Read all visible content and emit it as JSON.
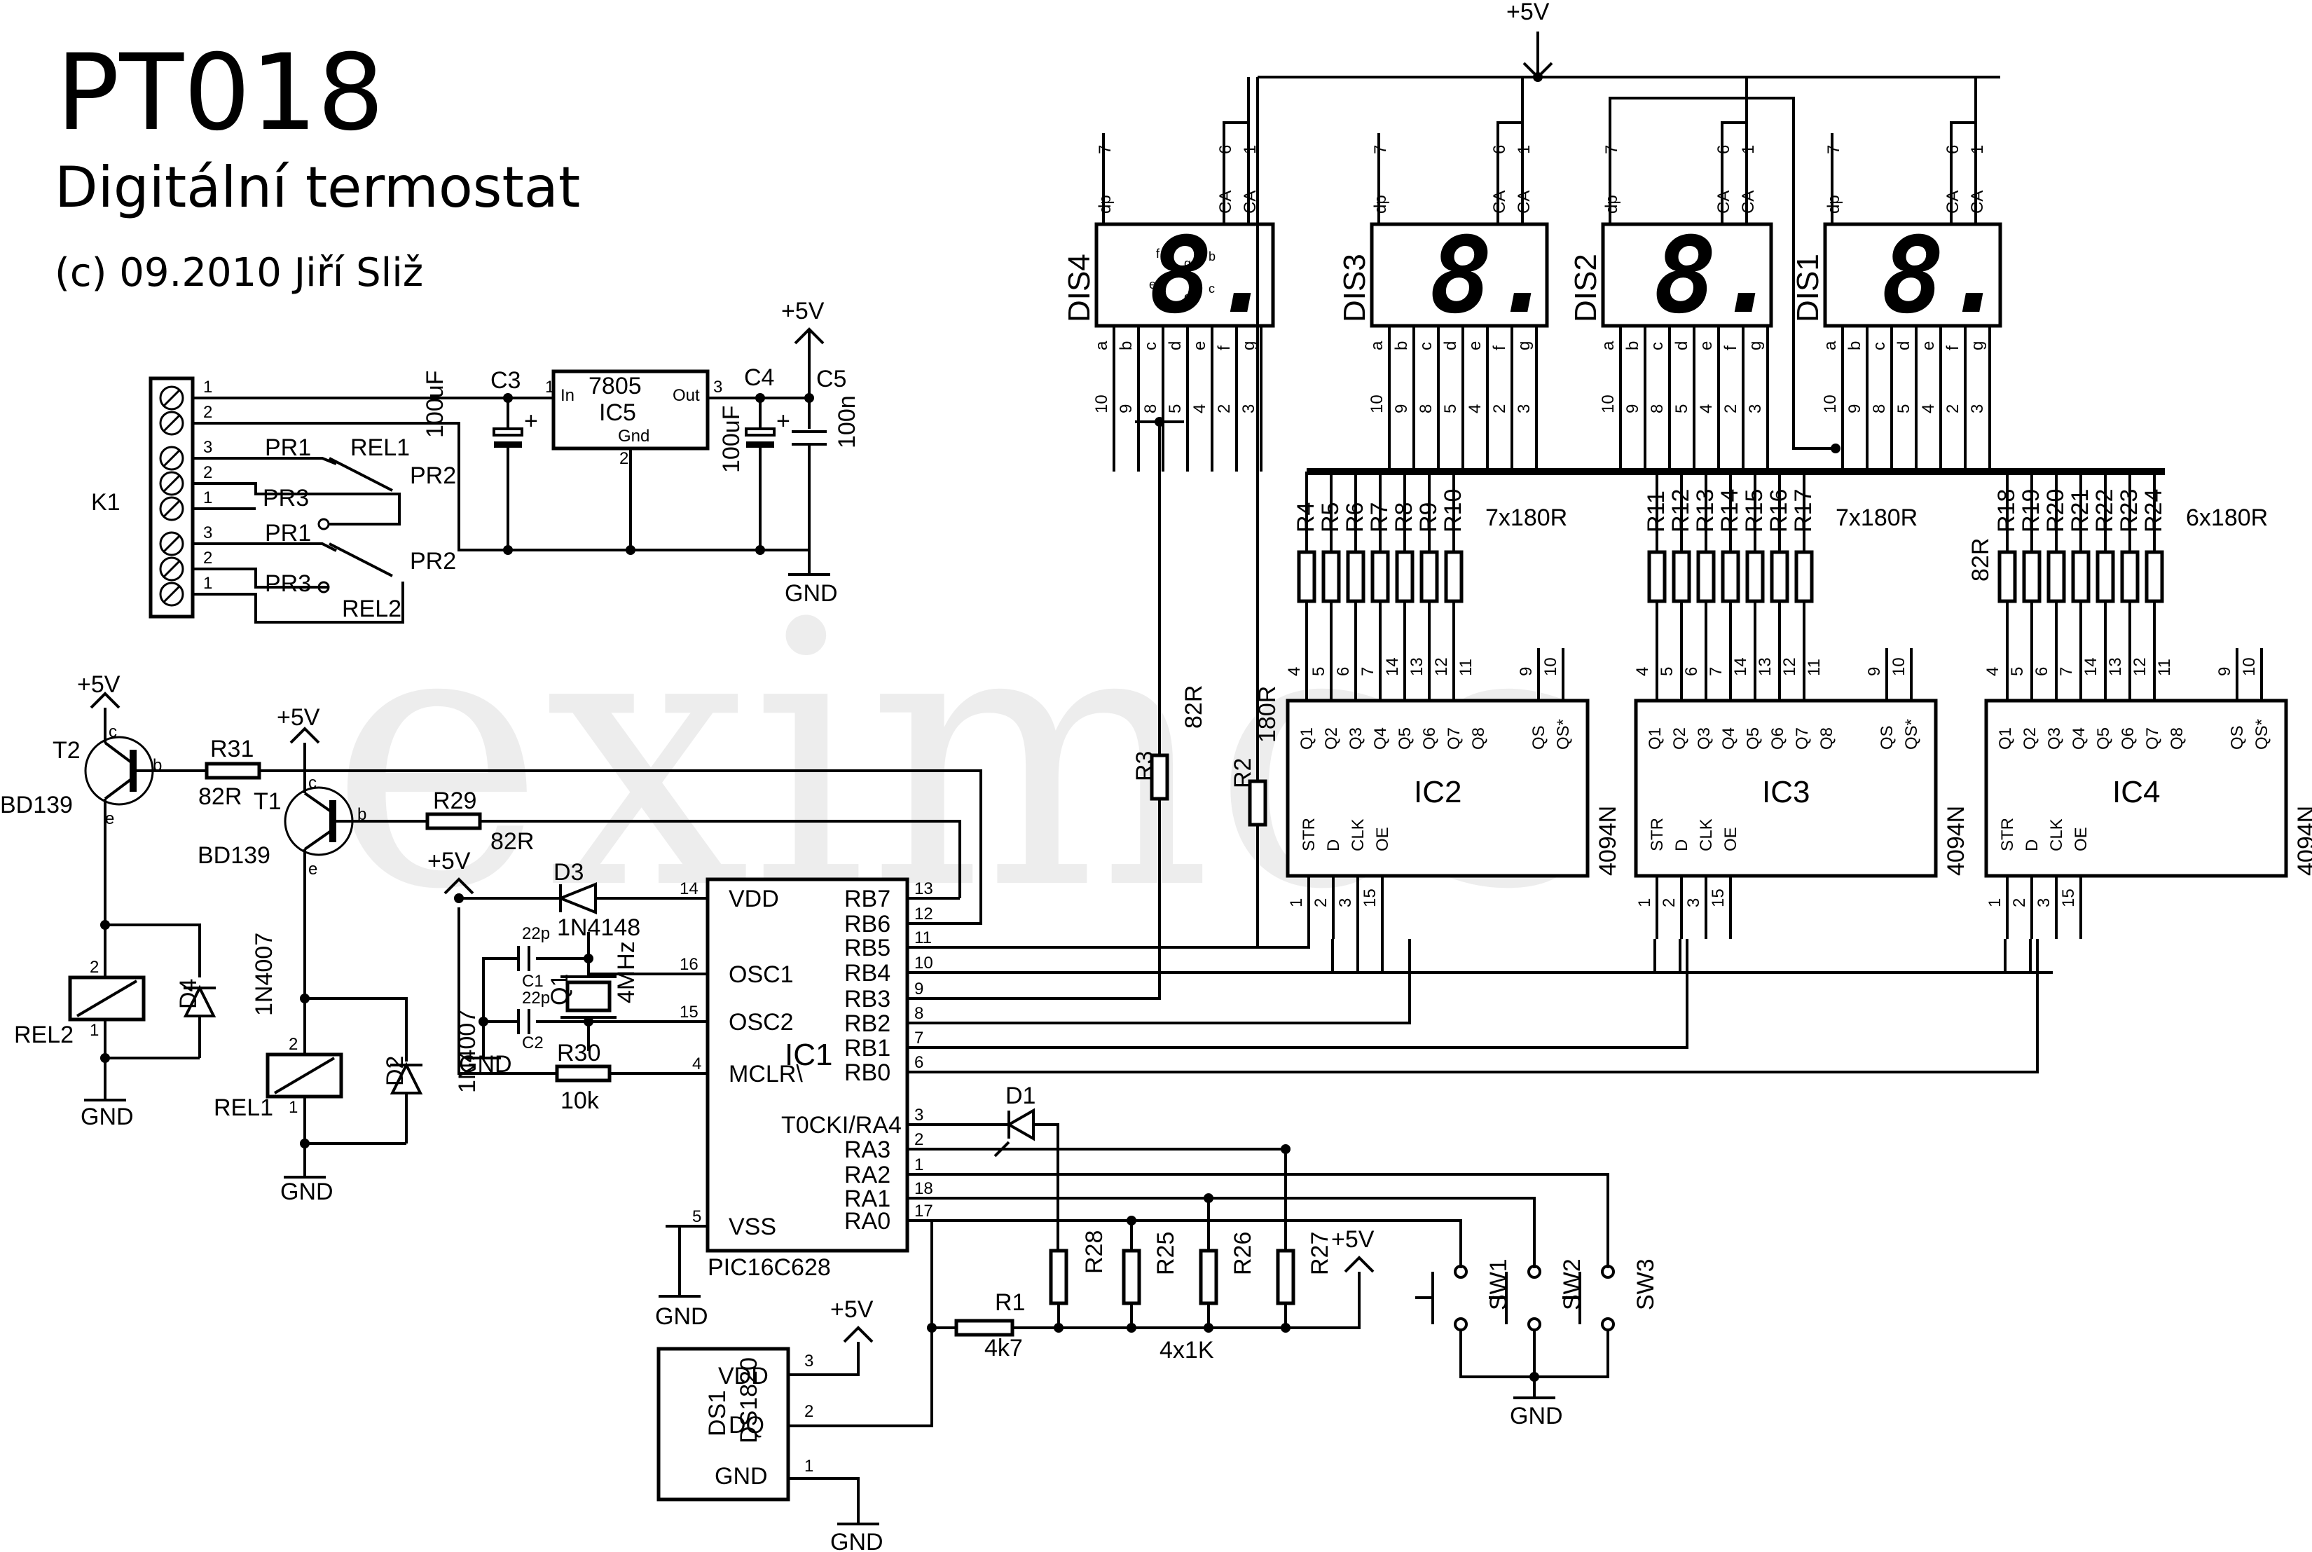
{
  "header": {
    "title": "PT018",
    "subtitle": "Digitální termostat",
    "copyright": "(c) 09.2010 Jiří Sliž"
  },
  "watermark": "eximcs",
  "power": {
    "vcc": "+5V",
    "gnd": "GND"
  },
  "connector": {
    "name": "K1",
    "pins_top": [
      "1",
      "2"
    ],
    "pins_rel1": [
      "3",
      "2",
      "1"
    ],
    "pins_rel2": [
      "3",
      "2",
      "1"
    ]
  },
  "relays": {
    "rel1": "REL1",
    "rel2": "REL2",
    "pr1": "PR1",
    "pr2": "PR2",
    "pr3": "PR3"
  },
  "regulator": {
    "part": "7805",
    "name": "IC5",
    "in": "In",
    "out": "Out",
    "gnd": "Gnd",
    "pin_in": "1",
    "pin_gnd": "2",
    "pin_out": "3"
  },
  "caps": {
    "c3": "C3",
    "c3_val": "100uF",
    "c4": "C4",
    "c4_val": "100uF",
    "c5": "C5",
    "c5_val": "100n",
    "c1": "C1",
    "c1_val": "22p",
    "c2": "C2",
    "c2_val": "22p"
  },
  "transistors": {
    "t1": "T1",
    "t2": "T2",
    "part": "BD139",
    "c": "c",
    "b": "b",
    "e": "e"
  },
  "resistors": {
    "r31": "R31",
    "r31_val": "82R",
    "r29": "R29",
    "r29_val": "82R",
    "r30": "R30",
    "r30_val": "10k",
    "r1": "R1",
    "r1_val": "4k7",
    "r2": "R2",
    "r2_val": "180R",
    "r3": "R3",
    "r3_val": "82R",
    "pull": [
      "R28",
      "R25",
      "R26",
      "R27"
    ],
    "pull_val": "4x1K",
    "bank1": [
      "R4",
      "R5",
      "R6",
      "R7",
      "R8",
      "R9",
      "R10"
    ],
    "bank1_val": "7x180R",
    "bank2": [
      "R11",
      "R12",
      "R13",
      "R14",
      "R15",
      "R16",
      "R17"
    ],
    "bank2_val": "7x180R",
    "bank3": [
      "R18",
      "R19",
      "R20",
      "R21",
      "R22",
      "R23",
      "R24"
    ],
    "bank3_val": "6x180R",
    "bank3_first": "82R"
  },
  "diodes": {
    "d1": "D1",
    "d2": "D2",
    "d2_val": "1N4007",
    "d3": "D3",
    "d3_val": "1N4148",
    "d4": "D4",
    "d4_val": "1N4007"
  },
  "crystal": {
    "name": "Q1",
    "val": "4MHz"
  },
  "mcu": {
    "name": "IC1",
    "part": "PIC16C628",
    "left_pins": [
      {
        "num": "14",
        "name": "VDD"
      },
      {
        "num": "16",
        "name": "OSC1"
      },
      {
        "num": "15",
        "name": "OSC2"
      },
      {
        "num": "4",
        "name": "MCLR\\"
      },
      {
        "num": "5",
        "name": "VSS"
      }
    ],
    "right_pins": [
      {
        "num": "13",
        "name": "RB7"
      },
      {
        "num": "12",
        "name": "RB6"
      },
      {
        "num": "11",
        "name": "RB5"
      },
      {
        "num": "10",
        "name": "RB4"
      },
      {
        "num": "9",
        "name": "RB3"
      },
      {
        "num": "8",
        "name": "RB2"
      },
      {
        "num": "7",
        "name": "RB1"
      },
      {
        "num": "6",
        "name": "RB0"
      },
      {
        "num": "3",
        "name": "T0CKI/RA4"
      },
      {
        "num": "2",
        "name": "RA3"
      },
      {
        "num": "1",
        "name": "RA2"
      },
      {
        "num": "18",
        "name": "RA1"
      },
      {
        "num": "17",
        "name": "RA0"
      }
    ]
  },
  "sensor": {
    "name": "DS1",
    "part": "DS1820",
    "pins": [
      {
        "num": "3",
        "name": "VDD"
      },
      {
        "num": "2",
        "name": "DQ"
      },
      {
        "num": "1",
        "name": "GND"
      }
    ]
  },
  "switches": [
    "SW1",
    "SW2",
    "SW3"
  ],
  "shift_regs": {
    "names": [
      "IC2",
      "IC3",
      "IC4"
    ],
    "part": "4094N",
    "top_pins": [
      "4",
      "5",
      "6",
      "7",
      "14",
      "13",
      "12",
      "11"
    ],
    "top_labels": [
      "Q1",
      "Q2",
      "Q3",
      "Q4",
      "Q5",
      "Q6",
      "Q7",
      "Q8"
    ],
    "qs_pins": [
      "9",
      "10"
    ],
    "qs_labels": [
      "QS",
      "QS*"
    ],
    "bottom_pins": [
      "1",
      "2",
      "3",
      "15"
    ],
    "bottom_labels": [
      "STR",
      "D",
      "CLK",
      "OE"
    ]
  },
  "displays": {
    "names": [
      "DIS4",
      "DIS3",
      "DIS2",
      "DIS1"
    ],
    "top_pins": [
      "7",
      "6",
      "1"
    ],
    "top_labels": [
      "dp",
      "CA",
      "CA"
    ],
    "bottom_labels": [
      "a",
      "b",
      "c",
      "d",
      "e",
      "f",
      "g"
    ],
    "bottom_pins": [
      "10",
      "9",
      "8",
      "5",
      "4",
      "2",
      "3"
    ],
    "segment_letters": [
      "a",
      "b",
      "c",
      "d",
      "e",
      "f",
      "g"
    ],
    "digit": "8."
  }
}
